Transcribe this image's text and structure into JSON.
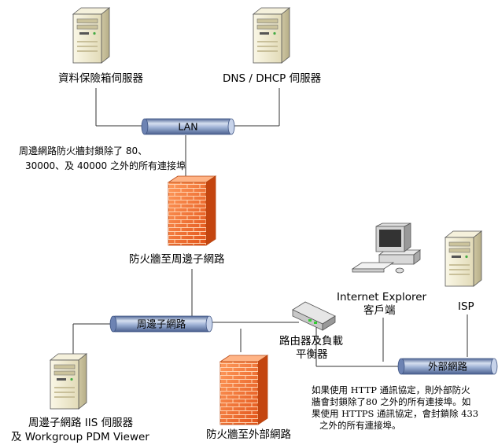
{
  "nodes": {
    "vault_server": "資料保險箱伺服器",
    "dns_dhcp_server": "DNS / DHCP 伺服器",
    "perimeter_firewall": "防火牆至周邊子網路",
    "iis_server_line1": "周邊子網路 IIS 伺服器",
    "iis_server_line2": "及 Workgroup PDM Viewer",
    "external_firewall": "防火牆至外部網路",
    "router_line1": "路由器及負載",
    "router_line2": "平衡器",
    "ie_client_line1": "Internet Explorer",
    "ie_client_line2": "客戶端",
    "isp": "ISP"
  },
  "networks": {
    "lan": "LAN",
    "perimeter": "周邊子網路",
    "external": "外部網路"
  },
  "notes": {
    "perimeter_note_line1": "周邊網路防火牆封鎖除了 80、",
    "perimeter_note_line2": "30000、及 40000 之外的所有連接埠",
    "external_note_line1": "如果使用 HTTP 通訊協定，則外部防火",
    "external_note_line2": "牆會封鎖除了80 之外的所有連接埠。如",
    "external_note_line3": "果使用 HTTPS 通訊協定，會封鎖除 433",
    "external_note_line4": "之外的所有連接埠。"
  },
  "colors": {
    "pipe_main": "#8fa6cc",
    "pipe_light": "#d6e0f0",
    "pipe_dark": "#4f6595",
    "firewall_orange": "#f0702a",
    "server_beige": "#ece6c8",
    "line": "#333333"
  }
}
